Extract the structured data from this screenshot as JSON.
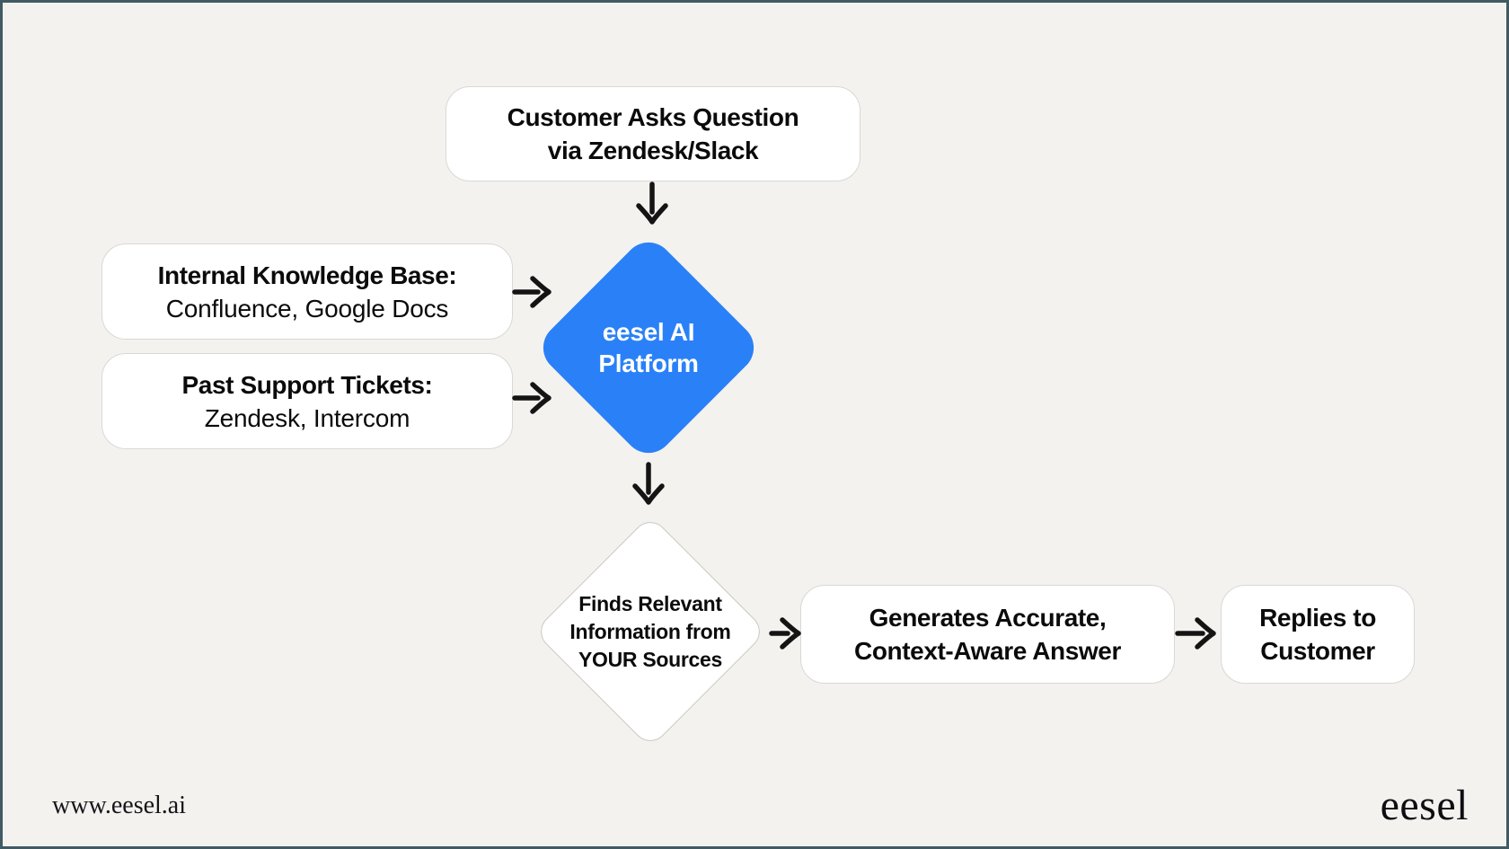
{
  "theme": {
    "page-bg": "#f4f2ef",
    "frame": "#415b65",
    "node-bg": "#ffffff",
    "node-border": "#d9d8d4",
    "accent-blue": "#2a81f7",
    "text": "#0b0b0b",
    "arrow": "#141414"
  },
  "flowchart": {
    "customer_question": {
      "line1": "Customer Asks Question",
      "line2": "via Zendesk/Slack"
    },
    "knowledge_base": {
      "title": "Internal Knowledge Base:",
      "subtitle": "Confluence, Google Docs"
    },
    "support_tickets": {
      "title": "Past Support Tickets:",
      "subtitle": "Zendesk, Intercom"
    },
    "platform": {
      "line1": "eesel AI",
      "line2": "Platform"
    },
    "finds_info": {
      "line1": "Finds Relevant",
      "line2": "Information from",
      "line3": "YOUR Sources"
    },
    "generates_answer": {
      "line1": "Generates Accurate,",
      "line2": "Context-Aware Answer"
    },
    "replies": {
      "line1": "Replies to",
      "line2": "Customer"
    }
  },
  "footer": {
    "website": "www.eesel.ai",
    "logo": "eesel"
  }
}
